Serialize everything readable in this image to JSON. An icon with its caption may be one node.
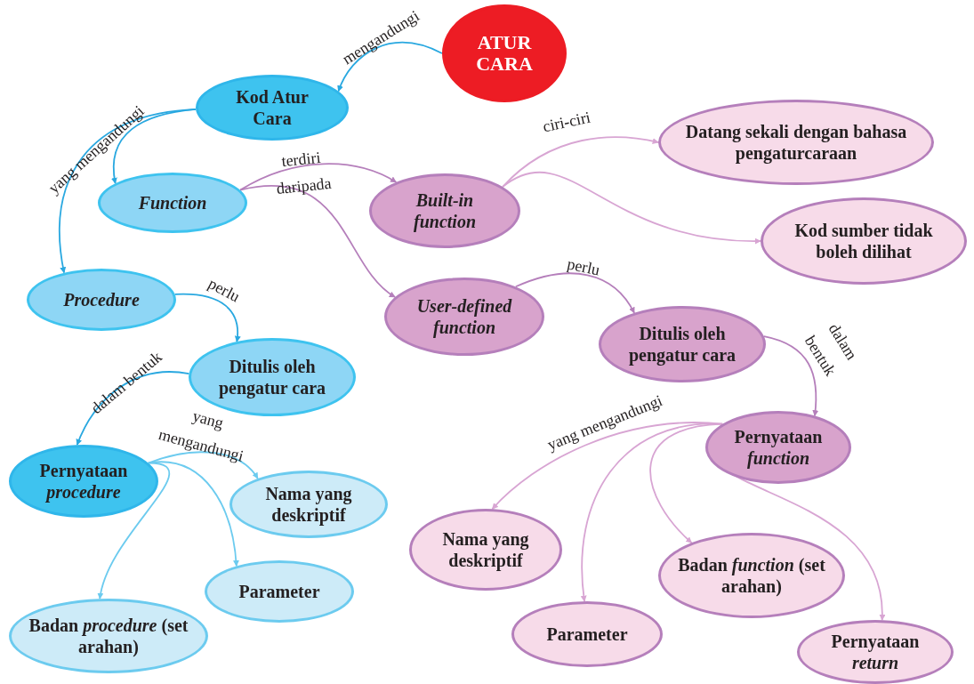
{
  "diagram": {
    "nodes": [
      {
        "text": [
          "ATUR CARA"
        ]
      },
      {
        "text": [
          "Kod Atur Cara"
        ]
      },
      {
        "text": [
          "Function"
        ]
      },
      {
        "text": [
          "Procedure"
        ]
      },
      {
        "text": [
          "Ditulis oleh pengatur cara"
        ]
      },
      {
        "text": [
          "Pernyataan *procedure*"
        ]
      },
      {
        "text": [
          "Nama yang deskriptif"
        ]
      },
      {
        "text": [
          "Parameter"
        ]
      },
      {
        "text": [
          "Badan *procedure* (set arahan)"
        ]
      },
      {
        "text": [
          "Built-in function"
        ]
      },
      {
        "text": [
          "User-defined function"
        ]
      },
      {
        "text": [
          "Datang sekali dengan bahasa pengaturcaraan"
        ]
      },
      {
        "text": [
          "Kod sumber tidak boleh dilihat"
        ]
      },
      {
        "text": [
          "Ditulis oleh pengatur cara"
        ]
      },
      {
        "text": [
          "Pernyataan *function*"
        ]
      },
      {
        "text": [
          "Nama yang deskriptif"
        ]
      },
      {
        "text": [
          "Parameter"
        ]
      },
      {
        "text": [
          "Badan *function* (set arahan)"
        ]
      },
      {
        "text": [
          "Pernyataan *return*"
        ]
      }
    ],
    "edges": [
      {
        "from": 0,
        "to": 1,
        "arrow": "to",
        "label": "mengandungi",
        "color": "#29a8e0"
      },
      {
        "from": 1,
        "to": 2,
        "arrow": "to",
        "color": "#29a8e0"
      },
      {
        "from": 1,
        "to": 3,
        "arrow": "to",
        "label": "yang mengandungi",
        "color": "#29a8e0"
      },
      {
        "from": 3,
        "to": 4,
        "arrow": "to",
        "label": "perlu",
        "color": "#29a8e0"
      },
      {
        "from": 4,
        "to": 5,
        "arrow": "to",
        "label": "dalam bentuk",
        "color": "#29a8e0"
      },
      {
        "from": 5,
        "to": 6,
        "arrow": "to",
        "label": "yang mengandungi",
        "color": "#6ccbef"
      },
      {
        "from": 5,
        "to": 7,
        "arrow": "to",
        "color": "#6ccbef"
      },
      {
        "from": 5,
        "to": 8,
        "arrow": "to",
        "color": "#6ccbef"
      },
      {
        "from": 2,
        "to": 9,
        "arrow": "to",
        "label": "terdiri daripada"
      },
      {
        "from": 2,
        "to": 10,
        "arrow": "to"
      },
      {
        "from": 9,
        "to": 11,
        "arrow": "to",
        "label": "ciri-ciri",
        "color": "#d8a5d3"
      },
      {
        "from": 9,
        "to": 12,
        "arrow": "to",
        "color": "#d8a5d3"
      },
      {
        "from": 10,
        "to": 13,
        "arrow": "to",
        "label": "perlu"
      },
      {
        "from": 13,
        "to": 14,
        "arrow": "to",
        "label": "dalam bentuk"
      },
      {
        "from": 14,
        "to": 15,
        "arrow": "to",
        "label": "yang mengandungi",
        "color": "#d8a5d3"
      },
      {
        "from": 14,
        "to": 16,
        "arrow": "to",
        "color": "#d8a5d3"
      },
      {
        "from": 14,
        "to": 17,
        "arrow": "to",
        "color": "#d8a5d3"
      },
      {
        "from": 14,
        "to": 18,
        "arrow": "to",
        "color": "#d8a5d3"
      }
    ]
  }
}
